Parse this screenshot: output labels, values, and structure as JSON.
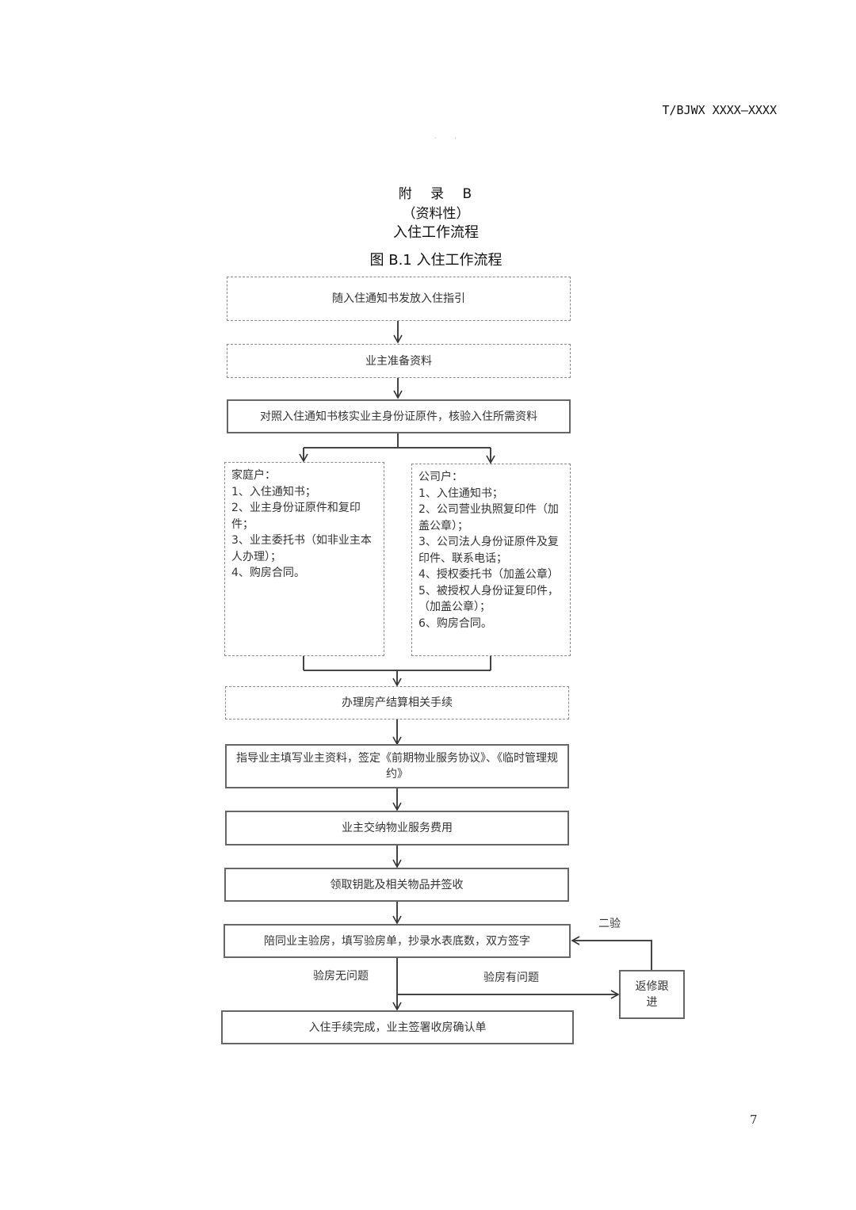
{
  "header": {
    "standard_code": "T/BJWX XXXX—XXXX",
    "dots": "· ·"
  },
  "titles": {
    "appendix": "附 录 B",
    "nature": "（资料性）",
    "appendix_title": "入住工作流程",
    "figure_caption": "图 B.1 入住工作流程"
  },
  "flow": {
    "step1": "随入住通知书发放入住指引",
    "step2": "业主准备资料",
    "step3": "对照入住通知书核实业主身份证原件，核验入住所需资料",
    "household": {
      "title": "家庭户：",
      "items": [
        " 1、入住通知书；",
        "2、业主身份证原件和复印件；",
        "3、业主委托书（如非业主本人办理）；",
        "4、购房合同。"
      ]
    },
    "company": {
      "title": "公司户：",
      "items": [
        "1、入住通知书；",
        "2、公司营业执照复印件（加盖公章）；",
        "3、公司法人身份证原件及复印件、联系电话；",
        "4、授权委托书（加盖公章）",
        "5、被授权人身份证复印件，（加盖公章）；",
        "6、购房合同。"
      ]
    },
    "step4": "办理房产结算相关手续",
    "step5": "指导业主填写业主资料，签定《前期物业服务协议》、《临时管理规约》",
    "step6": "业主交纳物业服务费用",
    "step7": "领取钥匙及相关物品并签收",
    "step8": "陪同业主验房，填写验房单，抄录水表底数，双方签字",
    "step9": "入住手续完成，业主签署收房确认单",
    "repair_box": "返修跟进",
    "label_no_problem": "验房无问题",
    "label_has_problem": "验房有问题",
    "label_second_check": "二验"
  },
  "footer": {
    "page_number": "7"
  }
}
